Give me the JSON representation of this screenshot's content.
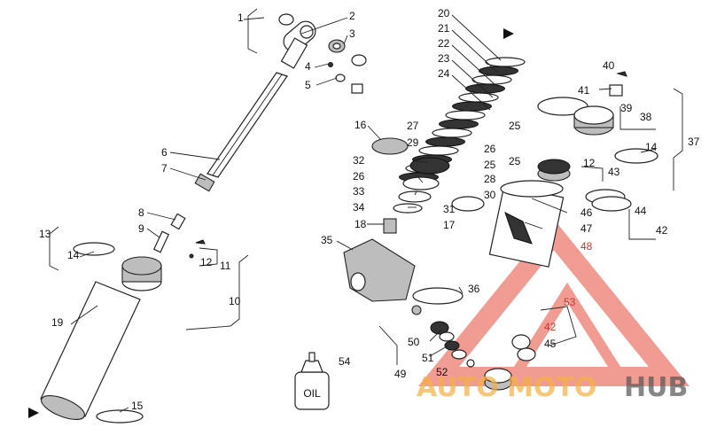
{
  "oil_label": "OIL",
  "watermark": {
    "part1": "AUTO",
    "part2": "MOTO",
    "part3": "HUB"
  },
  "callouts": [
    {
      "n": "1",
      "pos": "top-left-shaft",
      "color": "black"
    },
    {
      "n": "2",
      "pos": "eye-ring",
      "color": "black"
    },
    {
      "n": "3",
      "pos": "bearing",
      "color": "black"
    },
    {
      "n": "4",
      "pos": "ball",
      "color": "black"
    },
    {
      "n": "5",
      "pos": "washer",
      "color": "black"
    },
    {
      "n": "6",
      "pos": "shaft",
      "color": "black"
    },
    {
      "n": "7",
      "pos": "shaft-tip",
      "color": "black"
    },
    {
      "n": "8",
      "pos": "bushing",
      "color": "black"
    },
    {
      "n": "9",
      "pos": "pin",
      "color": "black"
    },
    {
      "n": "10",
      "pos": "bracket",
      "color": "black"
    },
    {
      "n": "11",
      "pos": "bracket",
      "color": "black"
    },
    {
      "n": "12",
      "pos": "screw",
      "color": "black"
    },
    {
      "n": "13",
      "pos": "bracket",
      "color": "black"
    },
    {
      "n": "14",
      "pos": "o-ring",
      "color": "black"
    },
    {
      "n": "15",
      "pos": "o-ring",
      "color": "black"
    },
    {
      "n": "16",
      "pos": "seat",
      "color": "black"
    },
    {
      "n": "17",
      "pos": "ring",
      "color": "black"
    },
    {
      "n": "18",
      "pos": "bushing",
      "color": "black"
    },
    {
      "n": "19",
      "pos": "body",
      "color": "black"
    },
    {
      "n": "20",
      "pos": "spring",
      "color": "black"
    },
    {
      "n": "21",
      "pos": "spring",
      "color": "black"
    },
    {
      "n": "22",
      "pos": "spring",
      "color": "black"
    },
    {
      "n": "23",
      "pos": "spring",
      "color": "black"
    },
    {
      "n": "24",
      "pos": "spring",
      "color": "black"
    },
    {
      "n": "25",
      "pos": "spring",
      "color": "black"
    },
    {
      "n": "26",
      "pos": "spring",
      "color": "black"
    },
    {
      "n": "27",
      "pos": "spring",
      "color": "black"
    },
    {
      "n": "28",
      "pos": "spring",
      "color": "black"
    },
    {
      "n": "29",
      "pos": "spring",
      "color": "black"
    },
    {
      "n": "30",
      "pos": "spring",
      "color": "black"
    },
    {
      "n": "31",
      "pos": "spring",
      "color": "black"
    },
    {
      "n": "32",
      "pos": "piston",
      "color": "black"
    },
    {
      "n": "33",
      "pos": "piston",
      "color": "black"
    },
    {
      "n": "34",
      "pos": "piston",
      "color": "black"
    },
    {
      "n": "35",
      "pos": "clevis",
      "color": "black"
    },
    {
      "n": "36",
      "pos": "o-ring",
      "color": "black"
    },
    {
      "n": "37",
      "pos": "bracket",
      "color": "black"
    },
    {
      "n": "38",
      "pos": "bracket",
      "color": "black"
    },
    {
      "n": "39",
      "pos": "valve",
      "color": "black"
    },
    {
      "n": "40",
      "pos": "screw",
      "color": "black"
    },
    {
      "n": "41",
      "pos": "snap-ring",
      "color": "black"
    },
    {
      "n": "42",
      "pos": "bracket",
      "color": "black"
    },
    {
      "n": "43",
      "pos": "bracket",
      "color": "black"
    },
    {
      "n": "44",
      "pos": "o-ring",
      "color": "black"
    },
    {
      "n": "45",
      "pos": "o-ring",
      "color": "black"
    },
    {
      "n": "46",
      "pos": "cylinder",
      "color": "black"
    },
    {
      "n": "47",
      "pos": "cylinder",
      "color": "black"
    },
    {
      "n": "48",
      "pos": "cylinder",
      "color": "red"
    },
    {
      "n": "49",
      "pos": "bracket",
      "color": "black"
    },
    {
      "n": "50",
      "pos": "valve",
      "color": "black"
    },
    {
      "n": "51",
      "pos": "valve",
      "color": "black"
    },
    {
      "n": "52",
      "pos": "valve",
      "color": "black"
    },
    {
      "n": "53",
      "pos": "bracket",
      "color": "red"
    },
    {
      "n": "54",
      "pos": "oil",
      "color": "black"
    }
  ],
  "extra_callouts": [
    "12",
    "14",
    "25",
    "25",
    "26",
    "42"
  ]
}
